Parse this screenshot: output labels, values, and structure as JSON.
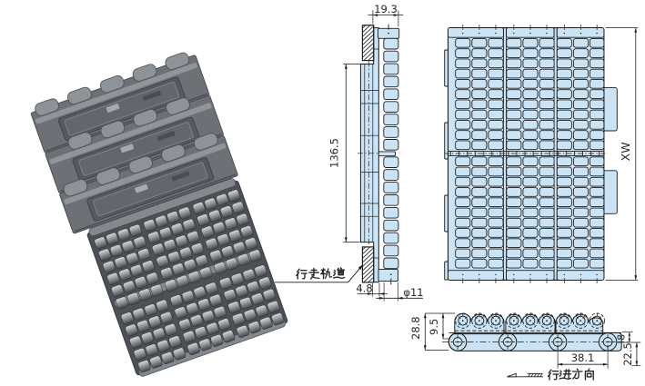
{
  "page": {
    "background": "#ffffff",
    "line_color": "#1c1c1c",
    "part_fill": "#cbe4f5",
    "render_gray": "#75797e"
  },
  "dimensions": {
    "belt_thickness": "19.3",
    "rail_span": "136.5",
    "rail_offset": "4.8",
    "roller_diameter": "φ11",
    "belt_width": "XW",
    "overall_height": "28.8",
    "roller_protrusion": "9.5",
    "pitch": "38.1",
    "top_clearance": "8",
    "back_height": "22.5"
  },
  "labels": {
    "walking_rail": "行走轨道",
    "travel_direction": "行进方向"
  }
}
